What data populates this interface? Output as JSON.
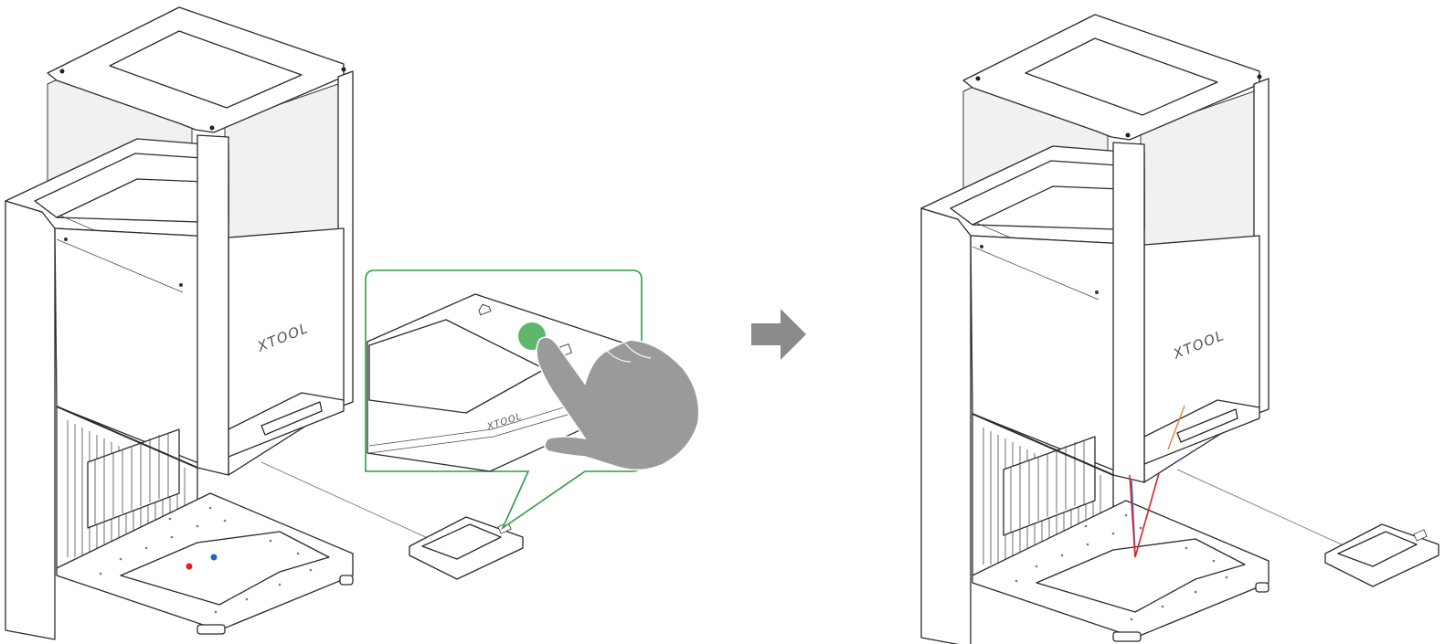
{
  "steps": [
    {
      "brand": "XTOOL"
    },
    {
      "brand": "XTOOL"
    }
  ],
  "callout": {
    "brand": "XTOOL"
  },
  "colors": {
    "callout_border": "#2e9c45",
    "button_highlight": "#4caf5a",
    "hand_fill": "#9a9a9a",
    "arrow_fill": "#8a8a8a",
    "laser_red": "#d9222a",
    "laser_blue": "#2a6fd1",
    "laser_orange": "#e8823a",
    "dot_red": "#e32020",
    "dot_blue": "#1f64c8"
  },
  "icons": [
    "pointing-hand-icon",
    "right-arrow-icon"
  ]
}
